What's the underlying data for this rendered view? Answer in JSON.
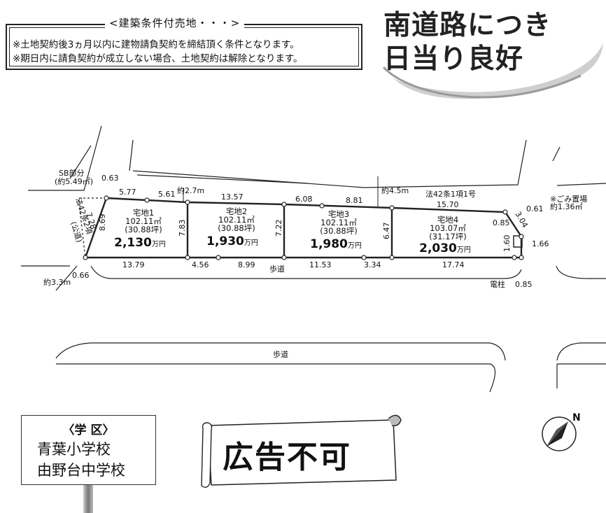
{
  "conditions": {
    "title": "<建築条件付売地・・・>",
    "line1": "※土地契約後3ヵ月以内に建物請負契約を締結頂く条件となります。",
    "line2": "※期日内に請負契約が成立しない場合、土地契約は解除となります。"
  },
  "slogan": {
    "line1": "南道路につき",
    "line2": "日当り良好"
  },
  "lots": [
    {
      "name": "宅地1",
      "area": "102.11㎡",
      "tsubo": "(30.88坪)",
      "price": "2,130",
      "unit": "万円"
    },
    {
      "name": "宅地2",
      "area": "102.11㎡",
      "tsubo": "(30.88坪)",
      "price": "1,930",
      "unit": "万円"
    },
    {
      "name": "宅地3",
      "area": "102.11㎡",
      "tsubo": "(30.88坪)",
      "price": "1,980",
      "unit": "万円"
    },
    {
      "name": "宅地4",
      "area": "103.07㎡",
      "tsubo": "(31.17坪)",
      "price": "2,030",
      "unit": "万円"
    }
  ],
  "dims": {
    "top": [
      "5.77",
      "5.61",
      "13.57",
      "6.08",
      "8.81",
      "15.70"
    ],
    "bottom": [
      "13.79",
      "4.56",
      "8.99",
      "11.53",
      "3.34",
      "17.74"
    ],
    "sides": [
      "8.69",
      "7.83",
      "7.22",
      "6.47",
      "1.60"
    ],
    "misc": [
      "0.63",
      "0.66",
      "0.85",
      "3.04",
      "0.61",
      "1.66",
      "0.85",
      "7.28"
    ]
  },
  "road_labels": {
    "sb": "SB部分",
    "sb_area": "(約5.49㎡)",
    "gap1": "約2.7m",
    "gap2": "約4.5m",
    "law": "法42条1項1号",
    "left_road1": "法42条2項",
    "left_road2": "(公道)",
    "left_width": "約3.3m",
    "sidewalk1": "歩道",
    "sidewalk2": "歩道",
    "garbage1": "※ごみ置場",
    "garbage2": "約1.36㎡",
    "pole": "電柱"
  },
  "school": {
    "title": "〈学 区〉",
    "elementary": "青葉小学校",
    "junior_high": "由野台中学校"
  },
  "banner": "広告不可",
  "compass": "N"
}
